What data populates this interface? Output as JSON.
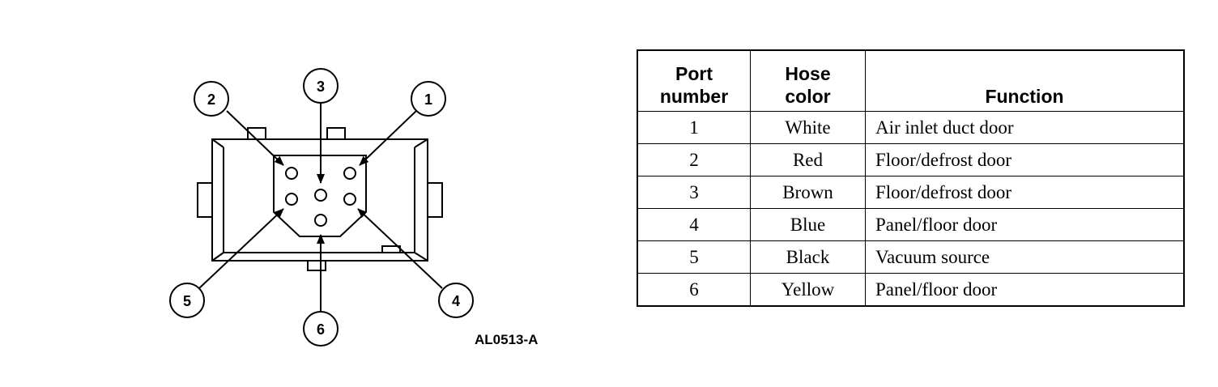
{
  "diagram": {
    "callouts": [
      "1",
      "2",
      "3",
      "4",
      "5",
      "6"
    ],
    "figure_id": "AL0513-A"
  },
  "table": {
    "headers": {
      "port_line1": "Port",
      "port_line2": "number",
      "hose_line1": "Hose",
      "hose_line2": "color",
      "function": "Function"
    },
    "rows": [
      {
        "port": "1",
        "color": "White",
        "function": "Air inlet duct door"
      },
      {
        "port": "2",
        "color": "Red",
        "function": "Floor/defrost door"
      },
      {
        "port": "3",
        "color": "Brown",
        "function": "Floor/defrost door"
      },
      {
        "port": "4",
        "color": "Blue",
        "function": "Panel/floor door"
      },
      {
        "port": "5",
        "color": "Black",
        "function": "Vacuum source"
      },
      {
        "port": "6",
        "color": "Yellow",
        "function": "Panel/floor door"
      }
    ]
  }
}
